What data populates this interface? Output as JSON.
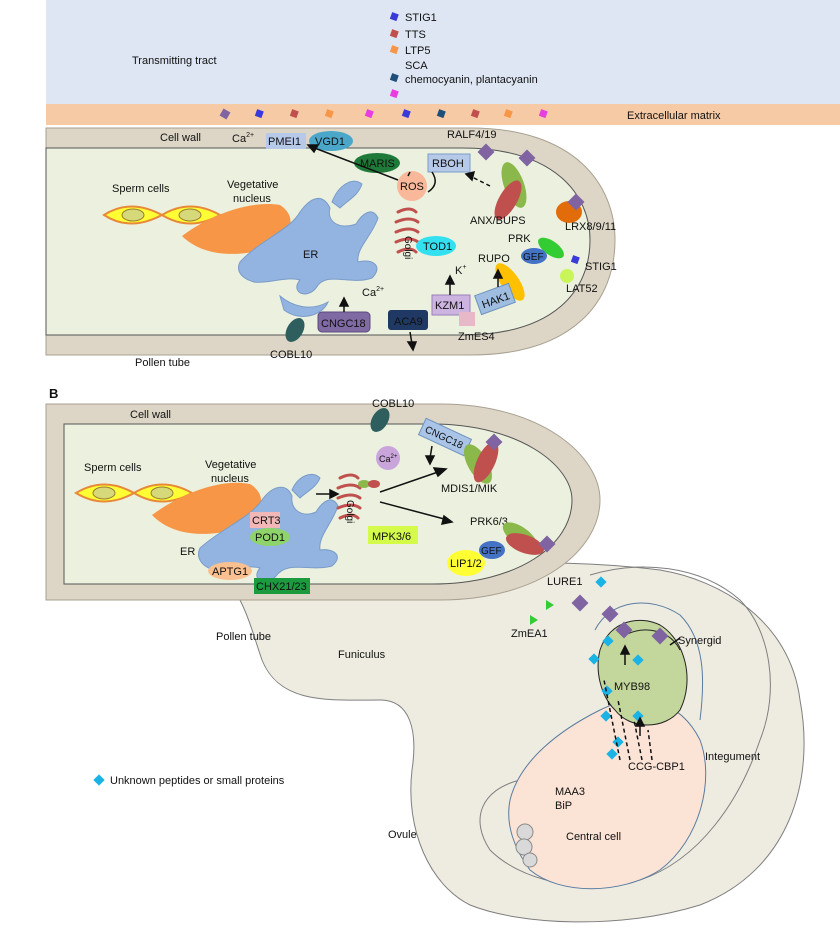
{
  "panel_a": {
    "legend": [
      {
        "label": "STIG1",
        "color": "#3a3adb"
      },
      {
        "label": "TTS",
        "color": "#c0504d"
      },
      {
        "label": "LTP5",
        "color": "#f79646"
      },
      {
        "label": "SCA",
        "color": "#f79646"
      },
      {
        "label": "chemocyanin, plantacyanin",
        "color": "#1f4e79"
      },
      {
        "label": "",
        "color": "#e83ee0"
      }
    ],
    "transmitting_tract": "Transmitting tract",
    "extracellular_matrix": "Extracellular matrix",
    "cell_wall": "Cell wall",
    "ca2": "Ca",
    "sup2": "2+",
    "pmei1": "PMEI1",
    "vgd1": "VGD1",
    "ralf": "RALF4/19",
    "maris": "MARIS",
    "rboh": "RBOH",
    "ros": "ROS",
    "sperm_cells": "Sperm cells",
    "vegetative": "Vegetative",
    "nucleus": "nucleus",
    "er": "ER",
    "golgi": "Golgi",
    "tod1": "TOD1",
    "anx": "ANX/BUPS",
    "lrx": "LRX8/9/11",
    "prk": "PRK",
    "gef": "GEF",
    "stig1": "STIG1",
    "rupo": "RUPO",
    "lat52": "LAT52",
    "k": "K",
    "kplus": "+",
    "kzm1": "KZM1",
    "hak1": "HAK1",
    "cngc18": "CNGC18",
    "aca9": "ACA9",
    "zmes4": "ZmES4",
    "cobl10": "COBL10",
    "pollen_tube": "Pollen tube"
  },
  "panel_b": {
    "letter": "B",
    "cell_wall": "Cell wall",
    "cobl10": "COBL10",
    "cngc18": "CNGC18",
    "ca2": "Ca",
    "sup2": "2+",
    "sperm_cells": "Sperm cells",
    "vegetative": "Vegetative",
    "nucleus": "nucleus",
    "golgi": "Golgi",
    "mdis": "MDIS1/MIK",
    "crt3": "CRT3",
    "pod1": "POD1",
    "er": "ER",
    "mpk": "MPK3/6",
    "prk63": "PRK6/3",
    "gef": "GEF",
    "lip": "LIP1/2",
    "aptg1": "APTG1",
    "chx": "CHX21/23",
    "pollen_tube": "Pollen tube",
    "lure1": "LURE1",
    "zmea1": "ZmEA1",
    "funiculus": "Funiculus",
    "synergid": "Synergid",
    "myb98": "MYB98",
    "ccg": "CCG-CBP1",
    "integument": "Integument",
    "maa3": "MAA3",
    "bip": "BiP",
    "central_cell": "Central cell",
    "ovule": "Ovule",
    "unknown_legend": "Unknown peptides or small proteins"
  }
}
